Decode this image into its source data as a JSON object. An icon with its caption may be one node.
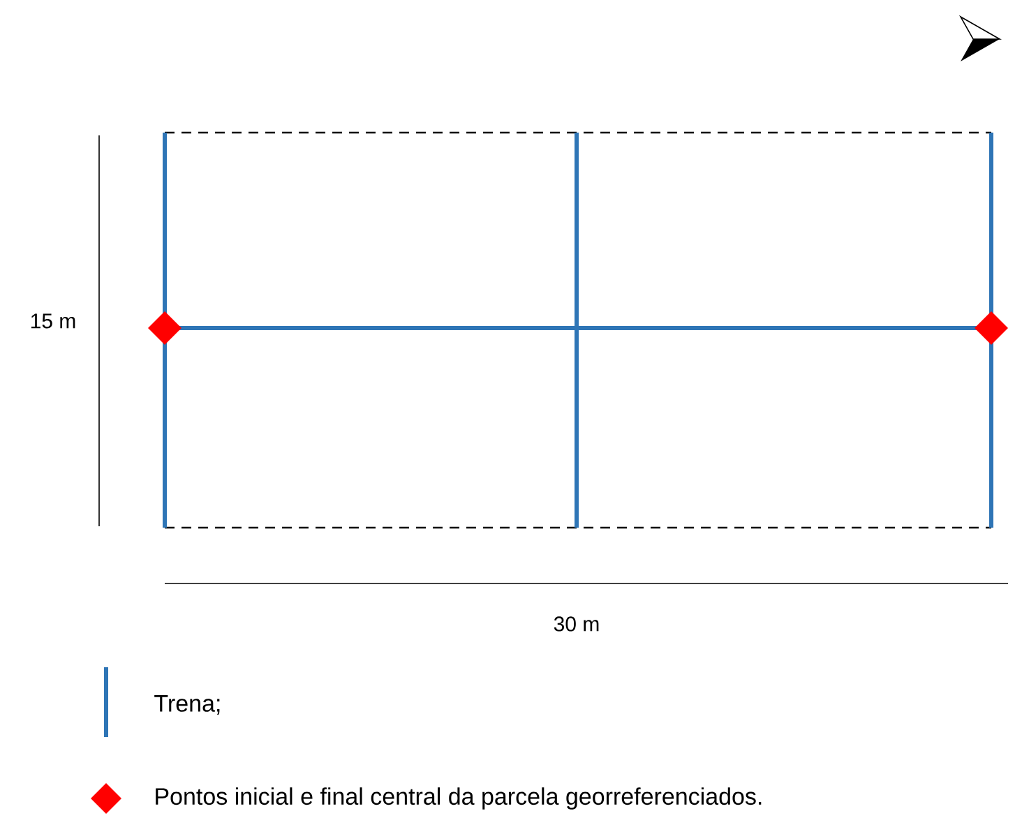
{
  "diagram": {
    "labels": [
      "15 m",
      "30 m"
    ],
    "legend": [
      {
        "text": "Trena;"
      },
      {
        "text": "Pontos inicial e final central da parcela georreferenciados."
      }
    ]
  }
}
